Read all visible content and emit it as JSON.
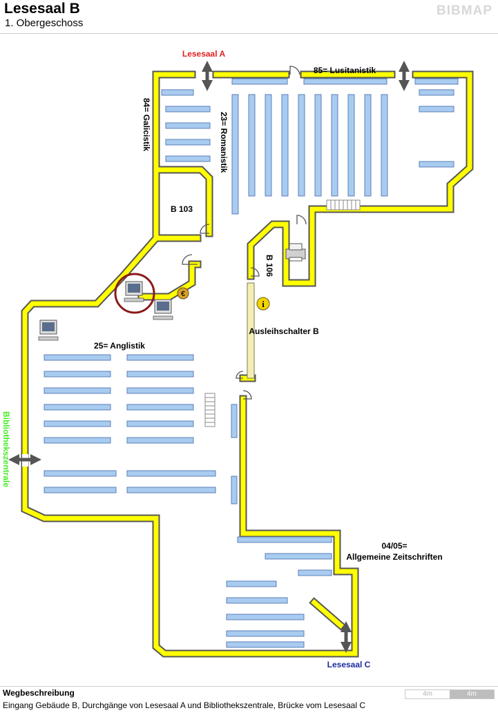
{
  "header": {
    "title": "Lesesaal B",
    "subtitle": "1. Obergeschoss",
    "brand": "BIBMAP"
  },
  "map": {
    "rooms": {
      "b103": "B 103",
      "b106": "B 106"
    },
    "sections": {
      "galicistik": "84= Galicistik",
      "romanistik": "23= Romanistik",
      "lusitanistik": "85= Lusitanistik",
      "anglistik": "25= Anglistik",
      "zeitschriften_code": "04/05=",
      "zeitschriften_name": "Allgemeine Zeitschriften"
    },
    "service": {
      "ausleihschalter": "Ausleihschalter B",
      "info_glyph": "i",
      "euro_glyph": "€"
    },
    "exits": {
      "lesesaal_a": "Lesesaal A",
      "lesesaal_c": "Lesesaal C",
      "bibliothekszentrale": "Bibliothekszentrale"
    },
    "colors": {
      "wall": "#ffff00",
      "wall_outline": "#555555",
      "shelf": "#a8cbf0",
      "shelf_outline": "#5b7fb8",
      "counter": "#f4eeb4",
      "marker": "#8b1a1a",
      "exit_a": "#e02020",
      "exit_c": "#1a2aa0",
      "exit_zentrale": "#44ee22"
    }
  },
  "footer": {
    "route_heading": "Wegbeschreibung",
    "route_text": "Eingang Gebäude B, Durchgänge von Lesesaal A und Bibliothekszentrale, Brücke vom Lesesaal C",
    "scale_left": "4m",
    "scale_right": "4m"
  }
}
